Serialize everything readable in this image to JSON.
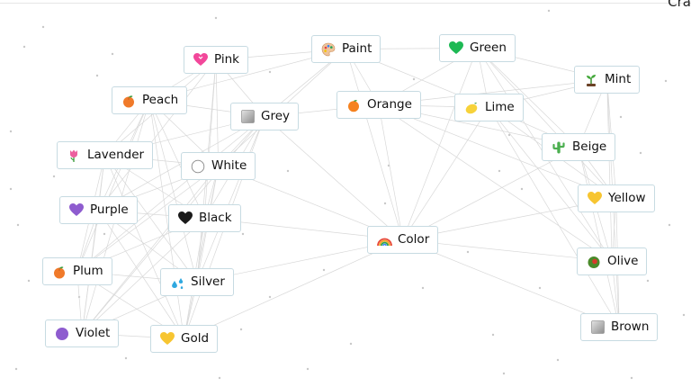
{
  "header": {
    "corner_text": "Cra"
  },
  "items": [
    {
      "key": "pink",
      "label": "Pink",
      "icon": "pink-heart-icon",
      "color": "#f2479a"
    },
    {
      "key": "paint",
      "label": "Paint",
      "icon": "palette-icon",
      "color": "#e8b48a"
    },
    {
      "key": "green",
      "label": "Green",
      "icon": "green-heart-icon",
      "color": "#1db954"
    },
    {
      "key": "mint",
      "label": "Mint",
      "icon": "seedling-icon",
      "color": "#3a8a2e"
    },
    {
      "key": "peach",
      "label": "Peach",
      "icon": "peach-icon",
      "color": "#f07a2a"
    },
    {
      "key": "grey",
      "label": "Grey",
      "icon": "grey-square-icon",
      "color": "#a8a8a8"
    },
    {
      "key": "orange",
      "label": "Orange",
      "icon": "orange-icon",
      "color": "#f5821f"
    },
    {
      "key": "lime",
      "label": "Lime",
      "icon": "lemon-icon",
      "color": "#f7d23a"
    },
    {
      "key": "lavender",
      "label": "Lavender",
      "icon": "tulip-icon",
      "color": "#e86aa0"
    },
    {
      "key": "white",
      "label": "White",
      "icon": "white-circle-icon",
      "color": "#ffffff"
    },
    {
      "key": "beige",
      "label": "Beige",
      "icon": "cactus-icon",
      "color": "#4caf50"
    },
    {
      "key": "purple",
      "label": "Purple",
      "icon": "purple-heart-icon",
      "color": "#8e5ccf"
    },
    {
      "key": "black",
      "label": "Black",
      "icon": "black-heart-icon",
      "color": "#1a1a1a"
    },
    {
      "key": "yellow",
      "label": "Yellow",
      "icon": "yellow-heart-icon",
      "color": "#f7c531"
    },
    {
      "key": "color",
      "label": "Color",
      "icon": "rainbow-icon",
      "color": "#e8493b"
    },
    {
      "key": "plum",
      "label": "Plum",
      "icon": "peach-icon",
      "color": "#f07a2a"
    },
    {
      "key": "silver",
      "label": "Silver",
      "icon": "droplets-icon",
      "color": "#2fa8e0"
    },
    {
      "key": "olive",
      "label": "Olive",
      "icon": "olive-icon",
      "color": "#4a8a2a"
    },
    {
      "key": "violet",
      "label": "Violet",
      "icon": "purple-circle-icon",
      "color": "#8e5ccf"
    },
    {
      "key": "gold",
      "label": "Gold",
      "icon": "yellow-heart-icon",
      "color": "#f7c531"
    },
    {
      "key": "brown",
      "label": "Brown",
      "icon": "grey-square-icon",
      "color": "#a8a8a8"
    }
  ],
  "links": [
    [
      "pink",
      "peach"
    ],
    [
      "pink",
      "grey"
    ],
    [
      "pink",
      "white"
    ],
    [
      "pink",
      "black"
    ],
    [
      "pink",
      "paint"
    ],
    [
      "pink",
      "lavender"
    ],
    [
      "pink",
      "purple"
    ],
    [
      "pink",
      "silver"
    ],
    [
      "paint",
      "grey"
    ],
    [
      "paint",
      "orange"
    ],
    [
      "paint",
      "green"
    ],
    [
      "paint",
      "lime"
    ],
    [
      "paint",
      "color"
    ],
    [
      "paint",
      "white"
    ],
    [
      "paint",
      "peach"
    ],
    [
      "green",
      "mint"
    ],
    [
      "green",
      "lime"
    ],
    [
      "green",
      "orange"
    ],
    [
      "green",
      "beige"
    ],
    [
      "green",
      "color"
    ],
    [
      "green",
      "yellow"
    ],
    [
      "green",
      "olive"
    ],
    [
      "mint",
      "lime"
    ],
    [
      "mint",
      "beige"
    ],
    [
      "mint",
      "yellow"
    ],
    [
      "mint",
      "olive"
    ],
    [
      "mint",
      "brown"
    ],
    [
      "mint",
      "orange"
    ],
    [
      "peach",
      "grey"
    ],
    [
      "peach",
      "lavender"
    ],
    [
      "peach",
      "white"
    ],
    [
      "peach",
      "purple"
    ],
    [
      "peach",
      "black"
    ],
    [
      "peach",
      "plum"
    ],
    [
      "peach",
      "silver"
    ],
    [
      "peach",
      "violet"
    ],
    [
      "peach",
      "gold"
    ],
    [
      "grey",
      "orange"
    ],
    [
      "grey",
      "white"
    ],
    [
      "grey",
      "black"
    ],
    [
      "grey",
      "silver"
    ],
    [
      "grey",
      "purple"
    ],
    [
      "grey",
      "plum"
    ],
    [
      "grey",
      "gold"
    ],
    [
      "grey",
      "lavender"
    ],
    [
      "grey",
      "color"
    ],
    [
      "grey",
      "violet"
    ],
    [
      "orange",
      "lime"
    ],
    [
      "orange",
      "color"
    ],
    [
      "orange",
      "beige"
    ],
    [
      "orange",
      "yellow"
    ],
    [
      "orange",
      "olive"
    ],
    [
      "lime",
      "beige"
    ],
    [
      "lime",
      "yellow"
    ],
    [
      "lime",
      "color"
    ],
    [
      "lime",
      "olive"
    ],
    [
      "lime",
      "brown"
    ],
    [
      "lavender",
      "white"
    ],
    [
      "lavender",
      "purple"
    ],
    [
      "lavender",
      "black"
    ],
    [
      "lavender",
      "plum"
    ],
    [
      "lavender",
      "silver"
    ],
    [
      "lavender",
      "violet"
    ],
    [
      "lavender",
      "gold"
    ],
    [
      "white",
      "black"
    ],
    [
      "white",
      "silver"
    ],
    [
      "white",
      "purple"
    ],
    [
      "white",
      "color"
    ],
    [
      "white",
      "plum"
    ],
    [
      "white",
      "gold"
    ],
    [
      "white",
      "violet"
    ],
    [
      "beige",
      "yellow"
    ],
    [
      "beige",
      "olive"
    ],
    [
      "beige",
      "brown"
    ],
    [
      "beige",
      "color"
    ],
    [
      "purple",
      "black"
    ],
    [
      "purple",
      "plum"
    ],
    [
      "purple",
      "silver"
    ],
    [
      "purple",
      "violet"
    ],
    [
      "purple",
      "gold"
    ],
    [
      "black",
      "silver"
    ],
    [
      "black",
      "color"
    ],
    [
      "black",
      "plum"
    ],
    [
      "black",
      "gold"
    ],
    [
      "black",
      "violet"
    ],
    [
      "yellow",
      "olive"
    ],
    [
      "yellow",
      "brown"
    ],
    [
      "yellow",
      "color"
    ],
    [
      "color",
      "olive"
    ],
    [
      "color",
      "brown"
    ],
    [
      "color",
      "silver"
    ],
    [
      "color",
      "gold"
    ],
    [
      "plum",
      "silver"
    ],
    [
      "plum",
      "violet"
    ],
    [
      "plum",
      "gold"
    ],
    [
      "silver",
      "violet"
    ],
    [
      "silver",
      "gold"
    ],
    [
      "olive",
      "brown"
    ],
    [
      "violet",
      "gold"
    ]
  ]
}
